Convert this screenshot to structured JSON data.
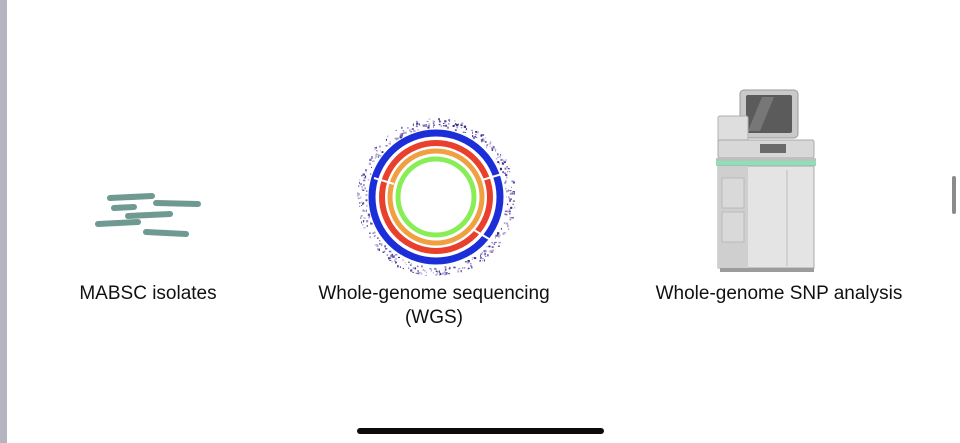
{
  "panels": [
    {
      "caption": "MABSC isolates",
      "icon": "bacteria-icon"
    },
    {
      "caption_line1": "Whole-genome sequencing",
      "caption_line2": "(WGS)",
      "icon": "circular-genome-icon"
    },
    {
      "caption": "Whole-genome SNP analysis",
      "icon": "sequencer-machine-icon"
    }
  ],
  "colors": {
    "bacteria": "#6f9a92",
    "ring_blue": "#1b2ed8",
    "ring_red": "#e8402c",
    "ring_orange": "#f0a040",
    "ring_green": "#88ee55",
    "sequencer_accent": "#8ee0b6"
  }
}
